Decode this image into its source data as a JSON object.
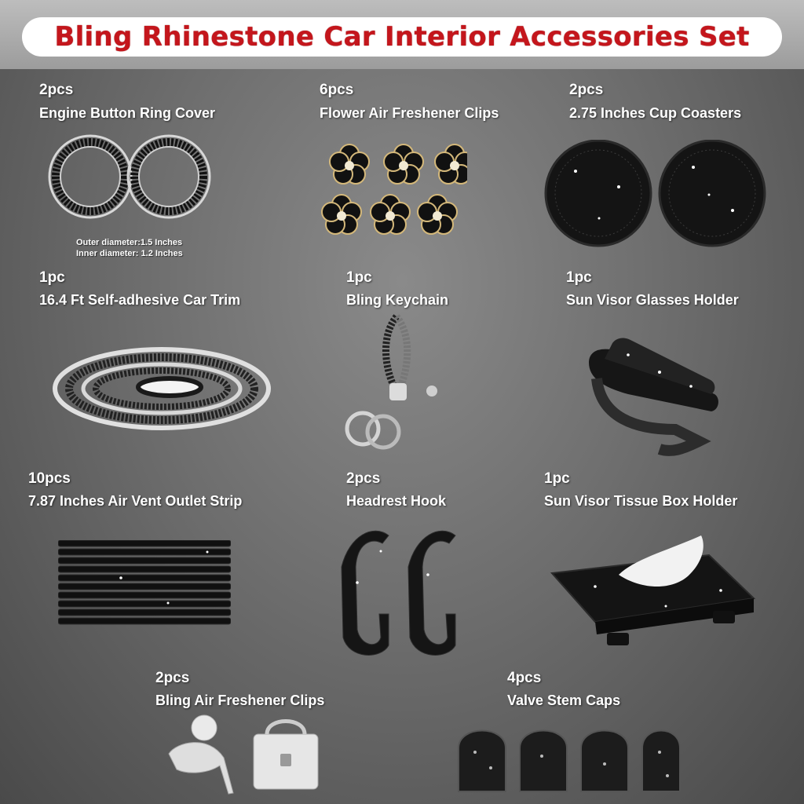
{
  "title": "Bling Rhinestone Car Interior Accessories Set",
  "colors": {
    "title_red": "#c4161c",
    "background": "#6e6e6e",
    "text": "#ffffff"
  },
  "items": [
    {
      "qty": "2pcs",
      "name": "Engine Button Ring Cover",
      "note_outer": "Outer diameter:1.5 Inches",
      "note_inner": "Inner diameter: 1.2 Inches"
    },
    {
      "qty": "6pcs",
      "name": "Flower Air Freshener Clips"
    },
    {
      "qty": "2pcs",
      "name": "2.75 Inches Cup Coasters"
    },
    {
      "qty": "1pc",
      "name": "16.4 Ft Self-adhesive Car Trim"
    },
    {
      "qty": "1pc",
      "name": "Bling Keychain"
    },
    {
      "qty": "1pc",
      "name": "Sun Visor Glasses Holder"
    },
    {
      "qty": "10pcs",
      "name": "7.87 Inches Air Vent Outlet Strip"
    },
    {
      "qty": "2pcs",
      "name": "Headrest Hook"
    },
    {
      "qty": "1pc",
      "name": "Sun Visor Tissue Box Holder"
    },
    {
      "qty": "2pcs",
      "name": "Bling Air Freshener Clips"
    },
    {
      "qty": "4pcs",
      "name": "Valve Stem Caps"
    }
  ]
}
